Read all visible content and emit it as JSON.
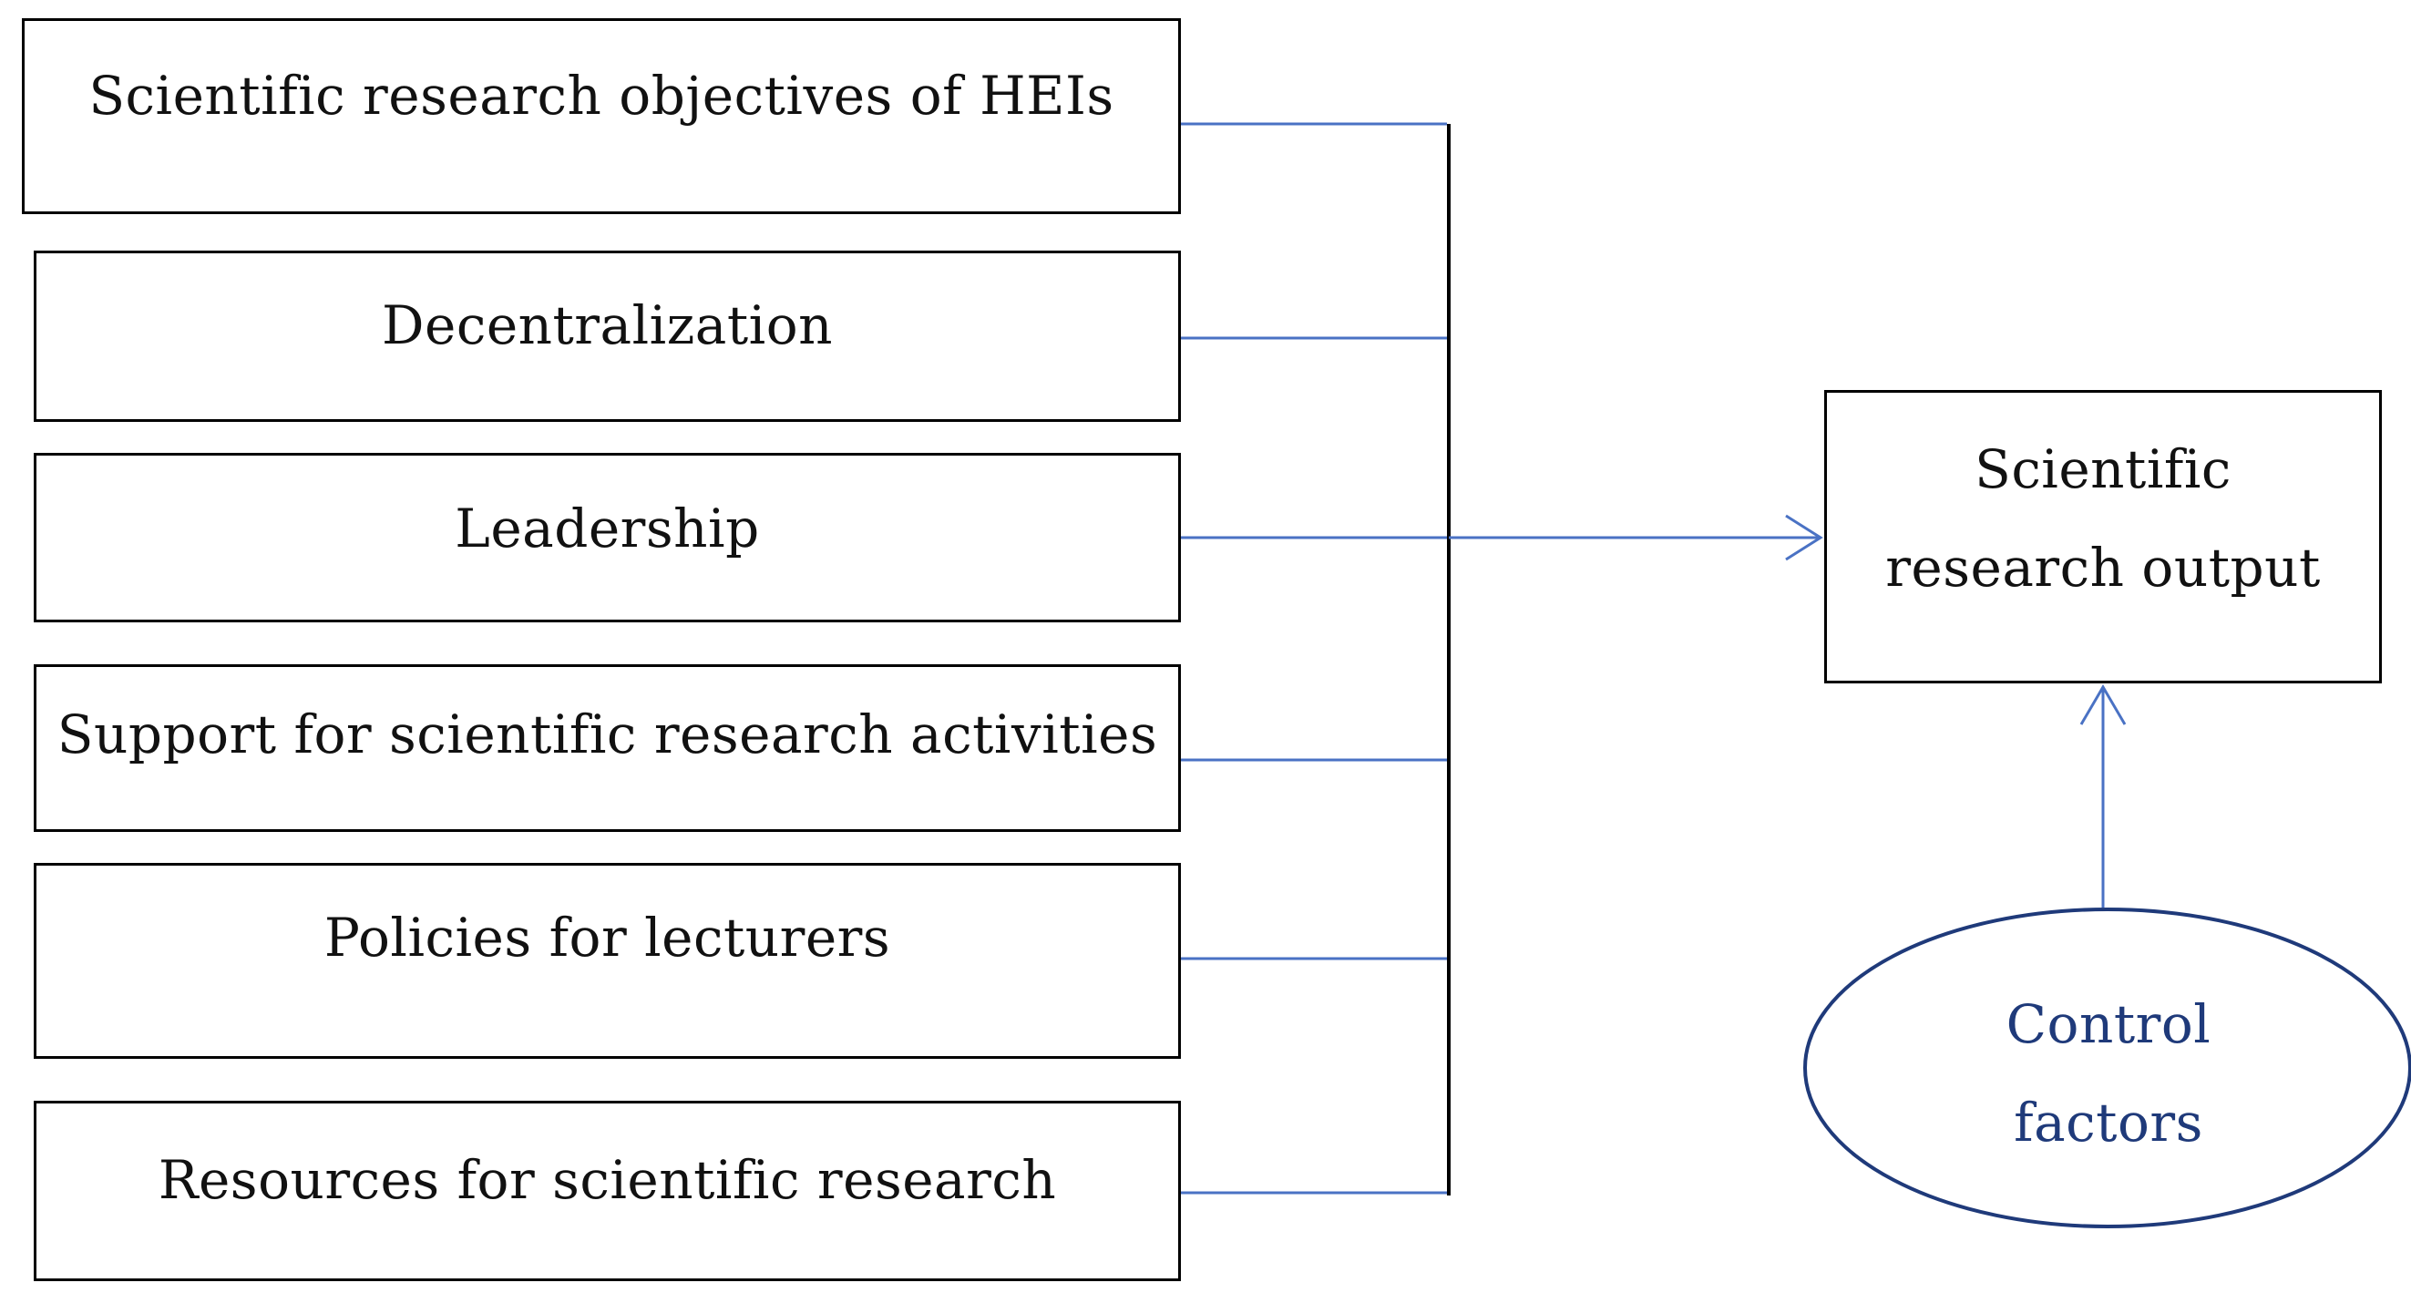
{
  "factors": [
    "Scientific research objectives of HEIs",
    "Decentralization",
    "Leadership",
    "Support for scientific research activities",
    "Policies for lecturers",
    "Resources for scientific research"
  ],
  "outcome": {
    "line1": "Scientific",
    "line2": "research output"
  },
  "control": {
    "line1": "Control",
    "line2": "factors"
  },
  "colors": {
    "connector": "#4a72c4",
    "box_border": "#000000",
    "control_text": "#1f3a7a",
    "ellipse_stroke": "#1f3a7a"
  }
}
